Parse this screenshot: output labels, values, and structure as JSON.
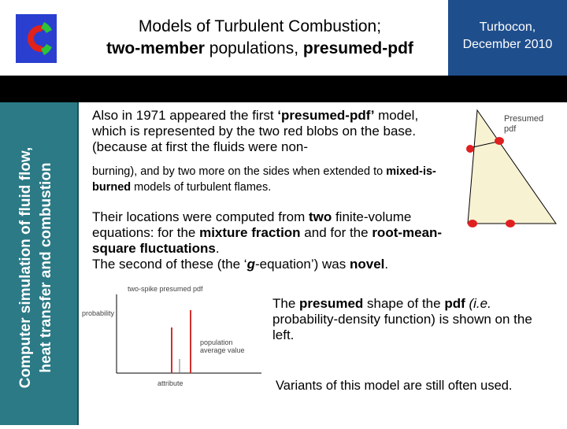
{
  "header": {
    "title_line1": "Models of Turbulent Combustion;",
    "title_line2_bold1": "two-member",
    "title_line2_mid": " populations, ",
    "title_line2_bold2": "presumed-pdf",
    "date_line1": "Turbocon,",
    "date_line2": "December 2010"
  },
  "sidebar": {
    "line1": "Computer simulation of fluid flow,",
    "line2": "heat transfer and combustion"
  },
  "body": {
    "p1_a": "Also in 1971 appeared the first ",
    "p1_b": "‘presumed-pdf’",
    "p1_c": " model, which is represented by the two red blobs on the base. (because at first the fluids were non-",
    "p2_a": "burning), and by two more on the sides when extended to ",
    "p2_b": "mixed-is-burned",
    "p2_c": " models of turbulent flames.",
    "p3_a": "Their locations were computed from ",
    "p3_b": "two",
    "p3_c": " finite-volume equations:  for the ",
    "p3_d": "mixture fraction",
    "p3_e": " and for the ",
    "p3_f": "root-mean-square fluctuations",
    "p3_g": ".",
    "p3_h": "The second of these (the ‘",
    "p3_i": "g",
    "p3_j": "-equation’) was ",
    "p3_k": "novel",
    "p3_l": ".",
    "p4_a": "The ",
    "p4_b": "presumed",
    "p4_c": " shape of the ",
    "p4_d": "pdf",
    "p4_e": " (i.e.",
    "p4_f": " probability-density function) is shown on the left.",
    "p5": "Variants of this model are still often used."
  },
  "triangle_figure": {
    "label_line1": "Presumed",
    "label_line2": "pdf",
    "blob_color": "#e02020"
  },
  "pdf_figure": {
    "title": "two-spike presumed pdf",
    "ylabel": "probability",
    "annotation_line1": "population",
    "annotation_line2": "average value",
    "xlabel": "attribute"
  },
  "colors": {
    "date_box": "#1f4e8c",
    "sidebar": "#2b7a86",
    "spike": "#d03030"
  }
}
